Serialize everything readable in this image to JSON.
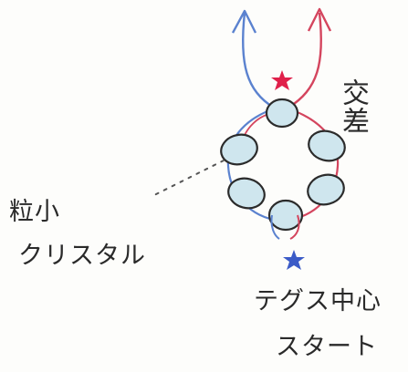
{
  "labels": {
    "crossing": "交差",
    "bead_line1": "粒小",
    "bead_line2": "クリスタル",
    "start_line1": "テグス中心",
    "start_line2": "スタート"
  },
  "colors": {
    "blue_thread": "#5b82cf",
    "red_thread": "#d4455e",
    "bead_fill": "#cfe6ee",
    "bead_outline": "#2b2b2b",
    "red_star": "#e0204a",
    "blue_star": "#3b5bc7"
  },
  "beads": {
    "count": 6
  }
}
